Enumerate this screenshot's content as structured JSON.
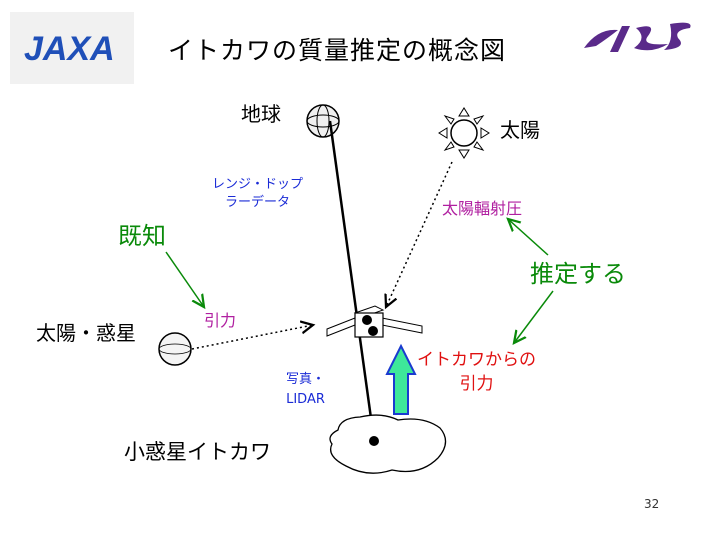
{
  "slide": {
    "title": "イトカワの質量推定の概念図",
    "page_number": "32"
  },
  "logos": {
    "left": {
      "text": "JAXA",
      "color": "#1f4fb8"
    },
    "right": {
      "text": "ISAS",
      "color": "#5a2a8a"
    }
  },
  "bodies": {
    "earth": "地球",
    "sun": "太陽",
    "sun_planets": "太陽・惑星",
    "asteroid": "小惑星イトカワ"
  },
  "annotations": {
    "range_doppler": [
      "レンジ・ドップ",
      "ラーデータ"
    ],
    "solar_radiation_pressure": "太陽輻射圧",
    "known": "既知",
    "estimate": "推定する",
    "gravity": "引力",
    "itokawa_gravity": [
      "イトカワからの",
      "引力"
    ],
    "photo_lidar": [
      "写真・",
      "LIDAR"
    ]
  },
  "colors": {
    "known_estimate": "#0a8a0a",
    "force_labels": "#b01fa0",
    "itokawa_gravity": "#e01010",
    "measurement_labels": "#1a2bd6",
    "gravity_arrow_fill": "#3ee89a"
  }
}
